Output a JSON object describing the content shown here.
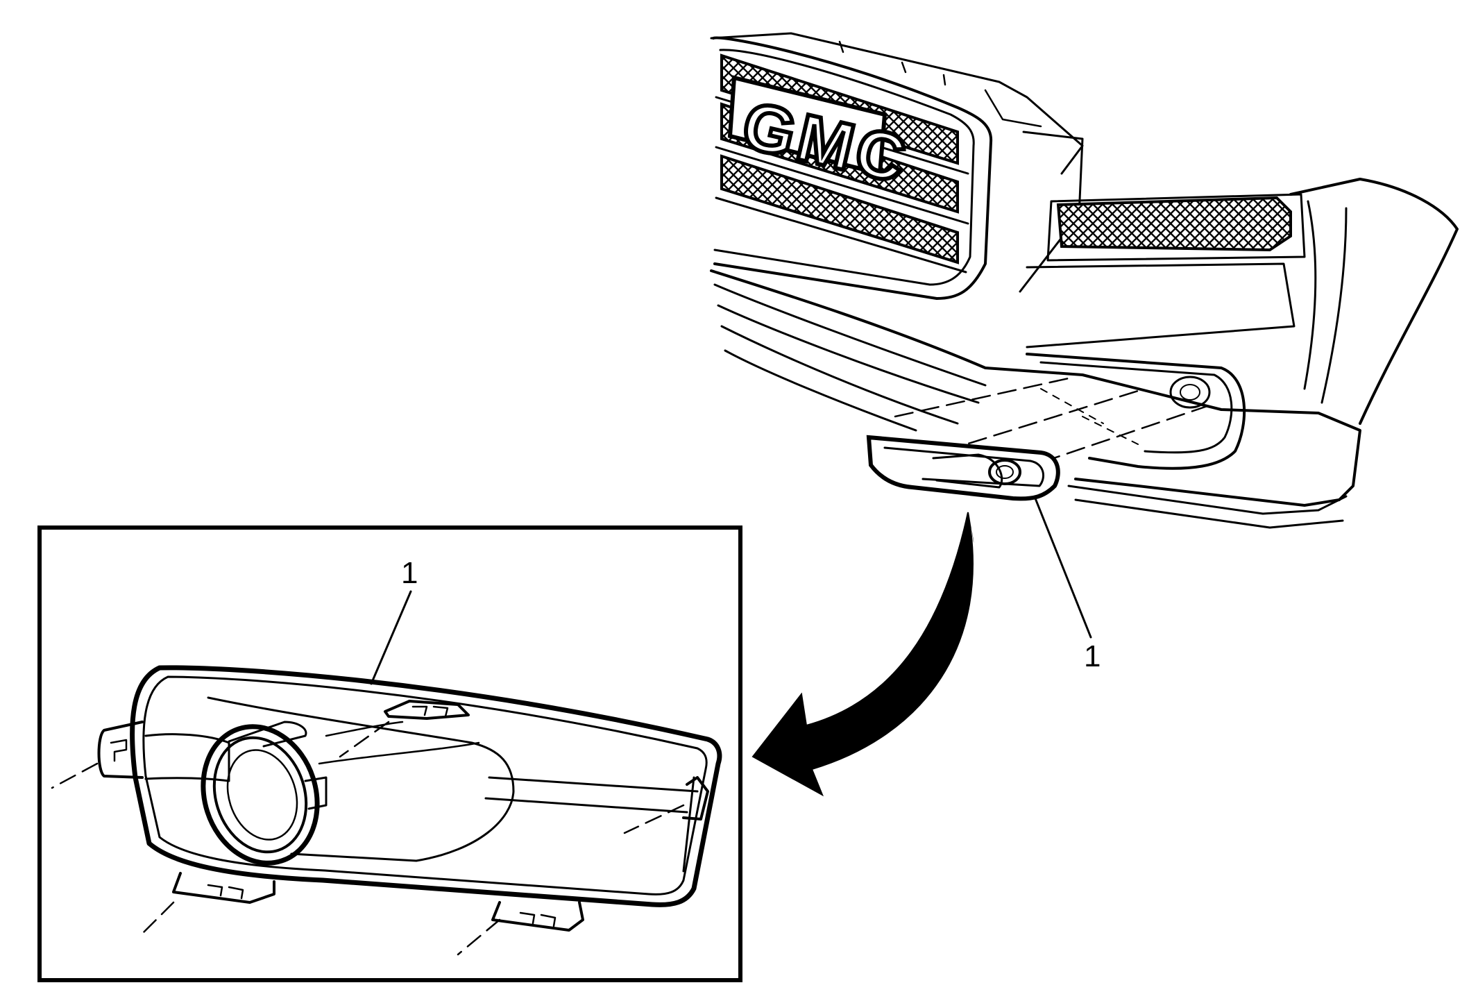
{
  "figure": {
    "logo_text": "GMC",
    "callouts": [
      {
        "id": "callout-main",
        "label": "1"
      },
      {
        "id": "callout-detail",
        "label": "1"
      }
    ]
  },
  "colors": {
    "ink": "#000000",
    "background": "#ffffff",
    "grille_shade": "#6e6e6e"
  }
}
